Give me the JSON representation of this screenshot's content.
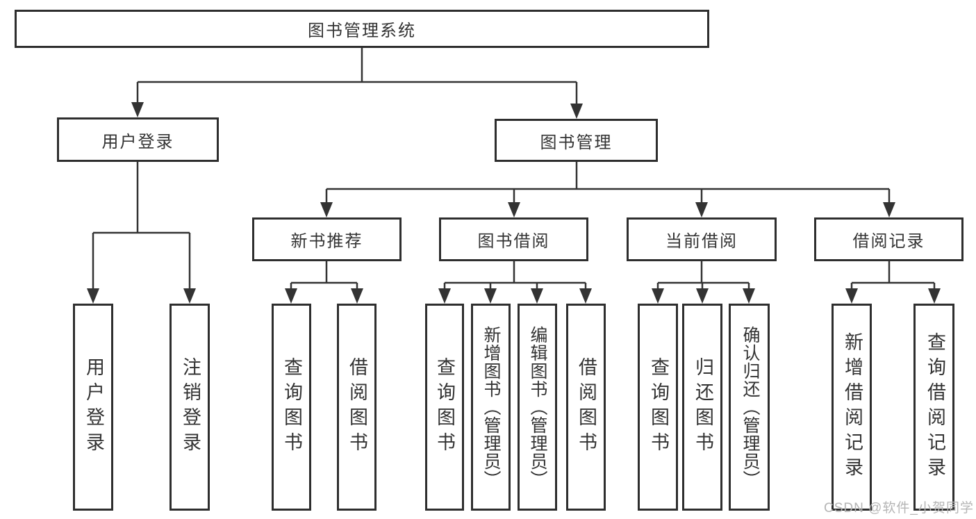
{
  "diagram_title": "图书管理系统",
  "watermark": {
    "text": "CSDN @软件_小贺同学"
  },
  "colors": {
    "line": "#333333",
    "box_border": "#2e2e2e",
    "box_fill": "#ffffff",
    "text": "#333333",
    "watermark_text": "#b5b5b5",
    "background": "#ffffff"
  },
  "tree": {
    "root": {
      "label": "图书管理系统"
    },
    "branches": [
      {
        "label": "用户登录",
        "children": [
          {
            "label": "用户登录"
          },
          {
            "label": "注销登录"
          }
        ]
      },
      {
        "label": "图书管理",
        "children": [
          {
            "label": "新书推荐",
            "children": [
              {
                "label": "查询图书"
              },
              {
                "label": "借阅图书"
              }
            ]
          },
          {
            "label": "图书借阅",
            "children": [
              {
                "label": "查询图书"
              },
              {
                "label": "新增图书（管理员）"
              },
              {
                "label": "编辑图书（管理员）"
              },
              {
                "label": "借阅图书"
              }
            ]
          },
          {
            "label": "当前借阅",
            "children": [
              {
                "label": "查询图书"
              },
              {
                "label": "归还图书"
              },
              {
                "label": "确认归还（管理员）"
              }
            ]
          },
          {
            "label": "借阅记录",
            "children": [
              {
                "label": "新增借阅记录"
              },
              {
                "label": "查询借阅记录"
              }
            ]
          }
        ]
      }
    ]
  }
}
